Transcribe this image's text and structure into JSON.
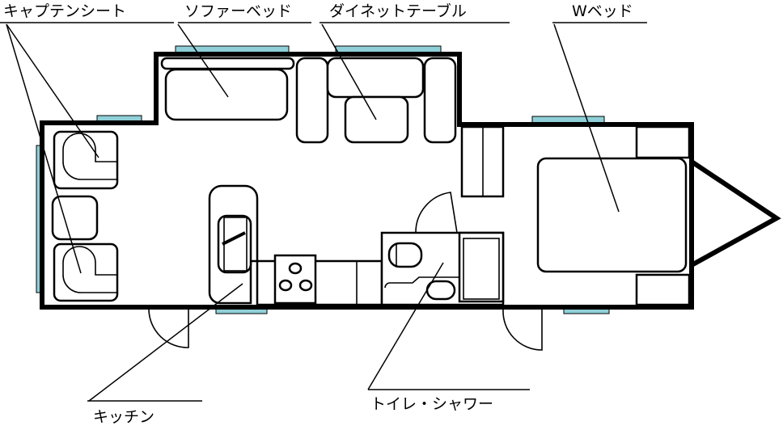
{
  "labels": {
    "captain_seat": "キャプテンシート",
    "sofa_bed": "ソファーベッド",
    "dinette_table": "ダイネットテーブル",
    "w_bed": "Wベッド",
    "kitchen": "キッチン",
    "toilet_shower": "トイレ・シャワー"
  },
  "colors": {
    "window": "#8fcfd8",
    "wall": "#000000"
  }
}
